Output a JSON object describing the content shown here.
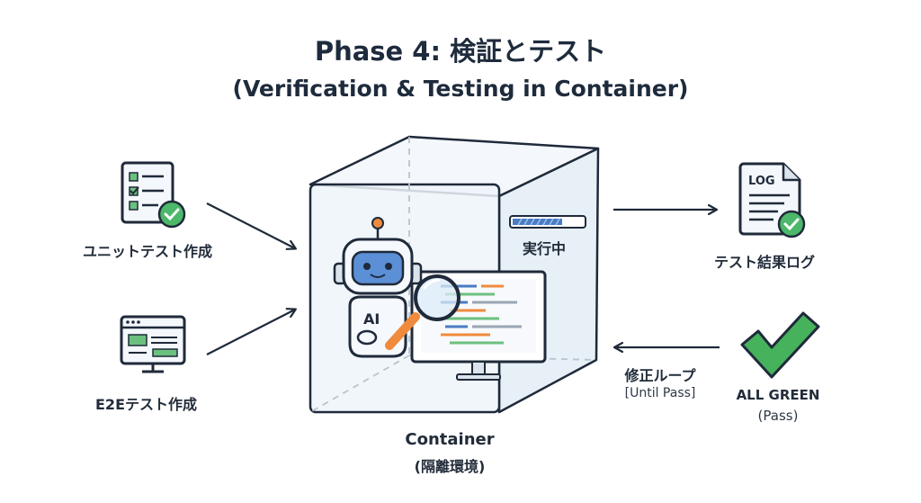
{
  "title": {
    "line1": "Phase 4: 検証とテスト",
    "line2": "(Verification & Testing in Container)"
  },
  "inputs": [
    {
      "label": "ユニットテスト作成",
      "icon": "checklist-icon"
    },
    {
      "label": "E2Eテスト作成",
      "icon": "browser-window-icon"
    }
  ],
  "container": {
    "label": "Container",
    "sublabel": "(隔離環境)",
    "status": "実行中",
    "robot_badge": "AI"
  },
  "output": {
    "label": "テスト結果ログ",
    "log_icon_text": "LOG"
  },
  "loop": {
    "label": "修正ループ",
    "sublabel": "[Until Pass]"
  },
  "result": {
    "label": "ALL GREEN",
    "sublabel": "(Pass)"
  },
  "colors": {
    "navy": "#1f2a3a",
    "check_green": "#3cae5a",
    "robot_blue": "#5b8fd6",
    "accent_orange": "#f08a3c",
    "container_fill": "#eef4fa"
  }
}
